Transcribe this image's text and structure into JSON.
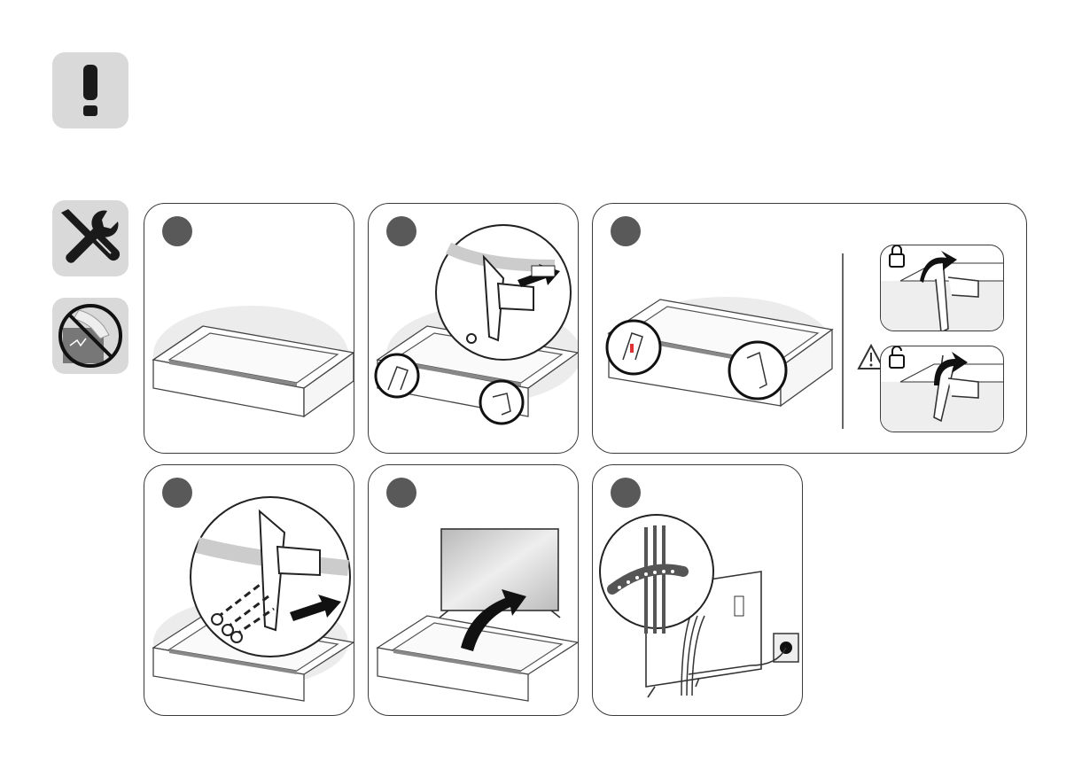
{
  "icons": {
    "caution": "exclamation-icon",
    "tools": "tools-icon",
    "no_touch": "no-touch-screen-icon"
  },
  "steps": [
    {
      "id": 1,
      "number": ""
    },
    {
      "id": 2,
      "number": ""
    },
    {
      "id": 3,
      "number": ""
    },
    {
      "id": 4,
      "number": ""
    },
    {
      "id": 5,
      "number": ""
    },
    {
      "id": 6,
      "number": ""
    }
  ],
  "colors": {
    "panel_border": "#3a3a3a",
    "step_dot": "#595959",
    "icon_box": "#d9d9d9"
  }
}
